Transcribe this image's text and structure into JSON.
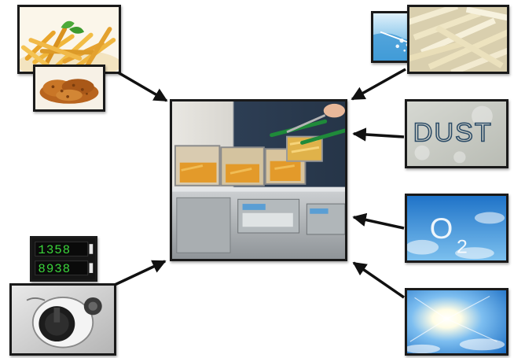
{
  "diagram": {
    "center_node": {
      "icon": "deep-fryer-photo"
    },
    "inputs": [
      {
        "icon": "french-fries-photo",
        "side": "left"
      },
      {
        "icon": "fried-chicken-photo",
        "side": "left"
      },
      {
        "icon": "water-splash-photo",
        "side": "right"
      },
      {
        "icon": "raw-potato-sticks-photo",
        "side": "right"
      },
      {
        "icon": "dust-photo",
        "side": "right",
        "text": "DUST"
      },
      {
        "icon": "oxygen-sky-photo",
        "side": "right",
        "text": "O",
        "subscript": "2"
      },
      {
        "icon": "sunlight-photo",
        "side": "right"
      },
      {
        "icon": "temperature-controller-photo",
        "side": "left",
        "display_top": "1358",
        "display_bottom": "8938"
      },
      {
        "icon": "control-knob-photo",
        "side": "left"
      }
    ],
    "colors": {
      "arrow": "#111111",
      "frame": "#1a1a1a",
      "sky_blue": "#2f8fd8",
      "fry_gold": "#e8a82a",
      "display_green": "#3bd43b"
    }
  }
}
